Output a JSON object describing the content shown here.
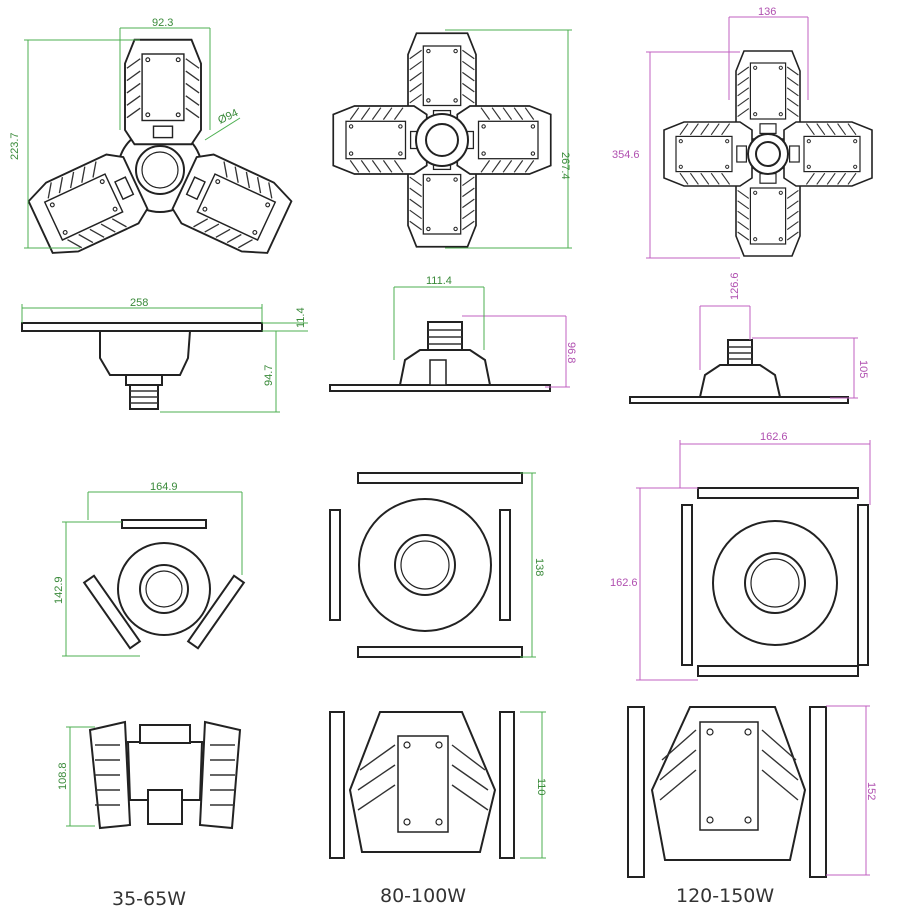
{
  "dimensions": {
    "a_width": "92.3",
    "a_height": "223.7",
    "a_dia": "Ø94",
    "b_height": "267.4",
    "c_width": "136",
    "c_height": "354.6",
    "a_side_width": "258",
    "a_side_plate": "11.4",
    "a_side_height": "94.7",
    "b_side_width": "111.4",
    "b_side_height": "96.8",
    "c_side_width": "126.6",
    "c_side_height": "105",
    "a_fold_width": "164.9",
    "a_fold_height": "142.9",
    "b_fold_height": "138",
    "c_fold_width": "162.6",
    "c_fold_height": "162.6",
    "a_closed_height": "108.8",
    "b_closed_height": "110",
    "c_closed_height": "152"
  },
  "captions": {
    "a": "35-65W",
    "b": "80-100W",
    "c": "120-150W"
  },
  "colors": {
    "dim_green": "#4caf50",
    "dim_purple": "#c060c0"
  }
}
